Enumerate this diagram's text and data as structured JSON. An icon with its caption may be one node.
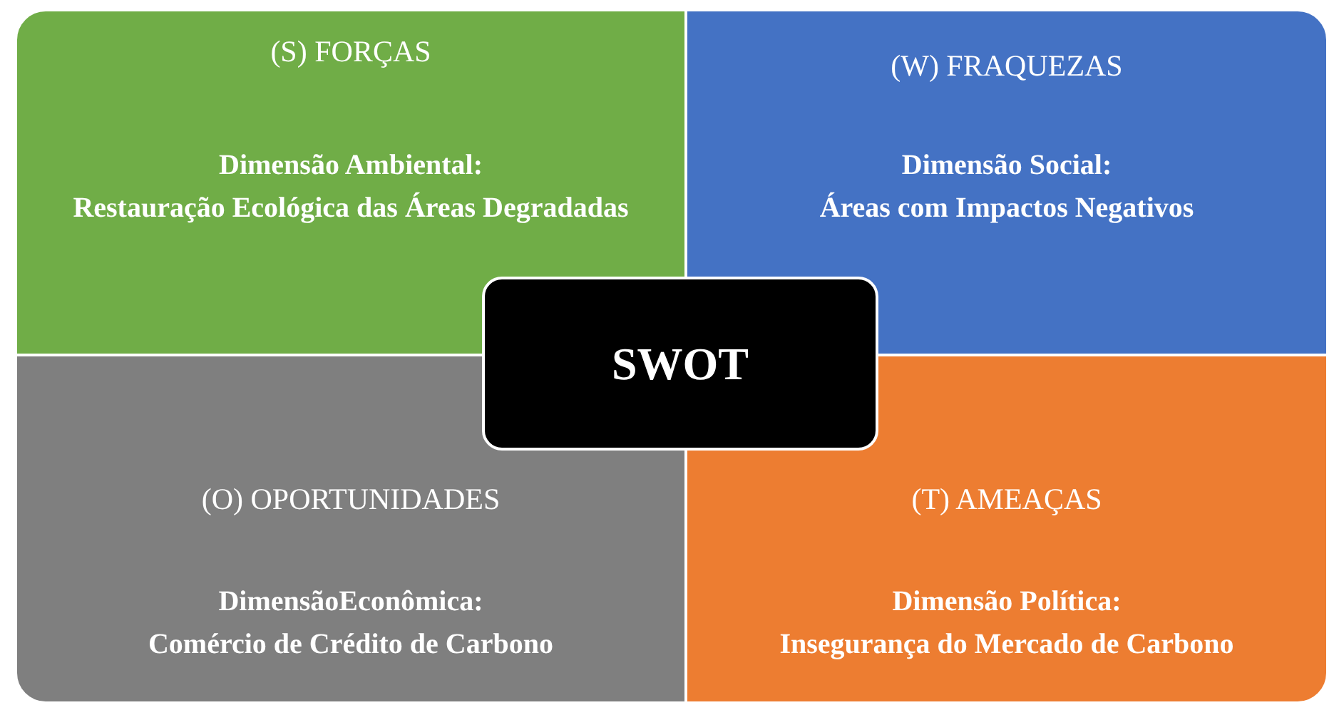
{
  "diagram": {
    "nodes": [
      {
        "text": [
          "(S) FORÇAS",
          "Dimensão Ambiental:",
          "Restauração Ecológica das Áreas Degradadas"
        ]
      },
      {
        "text": [
          "(W) FRAQUEZAS",
          "Dimensão Social:",
          "Áreas com Impactos Negativos"
        ]
      },
      {
        "text": [
          "SWOT"
        ]
      },
      {
        "text": [
          "(O) OPORTUNIDADES",
          "DimensãoEconômica:",
          "Comércio de Crédito de Carbono"
        ]
      },
      {
        "text": [
          "(T) AMEAÇAS",
          "Dimensão Política:",
          "Insegurança do Mercado de Carbono"
        ]
      }
    ]
  }
}
